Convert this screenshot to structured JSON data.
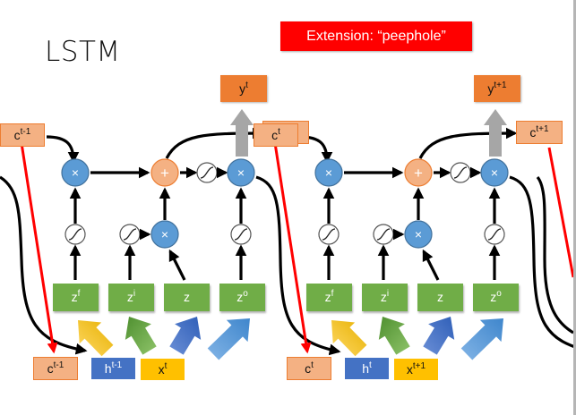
{
  "title": "LSTM",
  "banner": "Extension: “peephole”",
  "colors": {
    "cell_box": "#f4b183",
    "output_box": "#ed7d31",
    "gate_box": "#70ad47",
    "hidden_box": "#4472c4",
    "input_box": "#ffc000",
    "multiply_node": "#5b9bd5",
    "add_node": "#f4b183",
    "peephole_line": "#ff0000",
    "output_arrow": "#a6a6a6"
  },
  "steps": [
    {
      "c_prev": {
        "base": "c",
        "sup": "t-1"
      },
      "c_next": {
        "base": "c",
        "sup": "t"
      },
      "y": {
        "base": "y",
        "sup": "t"
      },
      "gates": [
        {
          "base": "z",
          "sup": "f"
        },
        {
          "base": "z",
          "sup": "i"
        },
        {
          "base": "z",
          "sup": ""
        },
        {
          "base": "z",
          "sup": "o"
        }
      ],
      "inputs": {
        "c": {
          "base": "c",
          "sup": "t-1"
        },
        "h": {
          "base": "h",
          "sup": "t-1"
        },
        "x": {
          "base": "x",
          "sup": "t"
        }
      }
    },
    {
      "c_prev": {
        "base": "c",
        "sup": "t"
      },
      "c_next": {
        "base": "c",
        "sup": "t+1"
      },
      "y": {
        "base": "y",
        "sup": "t+1"
      },
      "gates": [
        {
          "base": "z",
          "sup": "f"
        },
        {
          "base": "z",
          "sup": "i"
        },
        {
          "base": "z",
          "sup": ""
        },
        {
          "base": "z",
          "sup": "o"
        }
      ],
      "inputs": {
        "c": {
          "base": "c",
          "sup": "t"
        },
        "h": {
          "base": "h",
          "sup": "t"
        },
        "x": {
          "base": "x",
          "sup": "t+1"
        }
      }
    }
  ],
  "node_symbols": {
    "multiply": "×",
    "add": "+"
  }
}
